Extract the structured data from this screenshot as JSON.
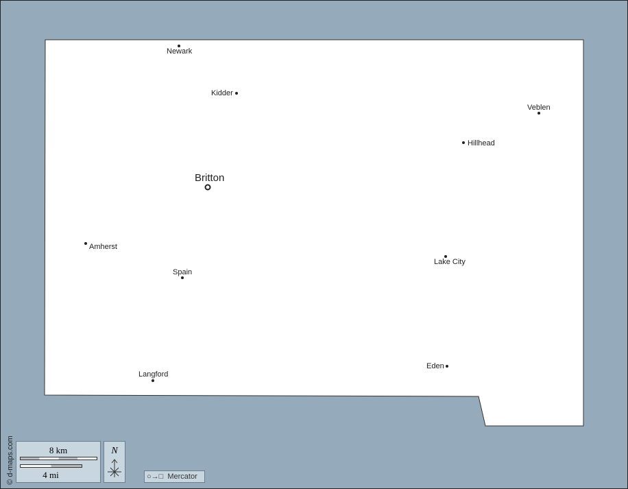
{
  "cities": [
    {
      "name": "Newark",
      "capital": false
    },
    {
      "name": "Kidder",
      "capital": false
    },
    {
      "name": "Veblen",
      "capital": false
    },
    {
      "name": "Hillhead",
      "capital": false
    },
    {
      "name": "Britton",
      "capital": true
    },
    {
      "name": "Amherst",
      "capital": false
    },
    {
      "name": "Spain",
      "capital": false
    },
    {
      "name": "Lake City",
      "capital": false
    },
    {
      "name": "Langford",
      "capital": false
    },
    {
      "name": "Eden",
      "capital": false
    }
  ],
  "scale": {
    "km": "8 km",
    "mi": "4 mi"
  },
  "compass": {
    "north": "N"
  },
  "projection": {
    "label": "Mercator",
    "symbol": "○→□"
  },
  "copyright": "© d-maps.com",
  "colors": {
    "water": "#95abbb",
    "land": "#ffffff"
  }
}
